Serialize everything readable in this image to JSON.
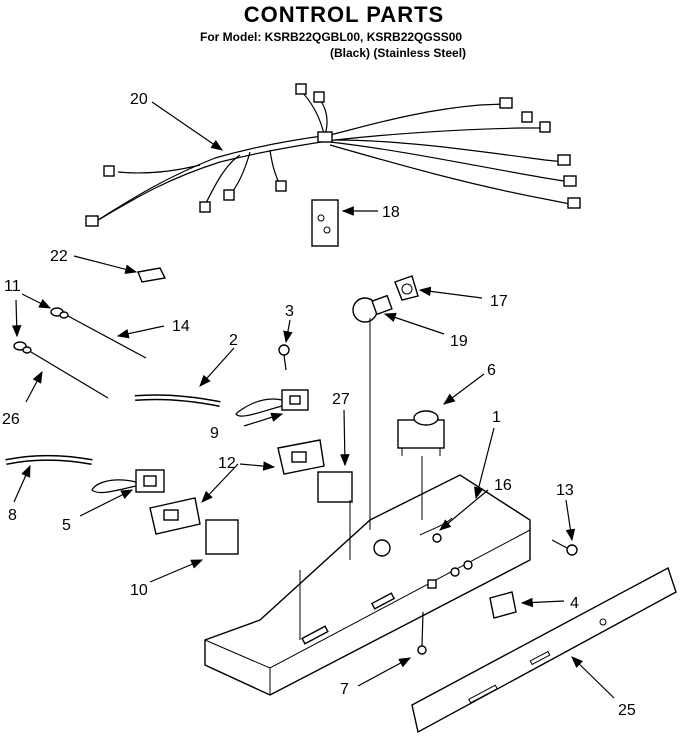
{
  "header": {
    "title": "CONTROL PARTS",
    "model_line": "For Model: KSRB22QGBL00, KSRB22QGSS00",
    "variant_line": "(Black) (Stainless Steel)"
  },
  "callouts": [
    "20",
    "18",
    "22",
    "11",
    "14",
    "17",
    "19",
    "3",
    "2",
    "26",
    "27",
    "6",
    "9",
    "1",
    "12",
    "16",
    "13",
    "8",
    "5",
    "10",
    "4",
    "7",
    "25"
  ]
}
